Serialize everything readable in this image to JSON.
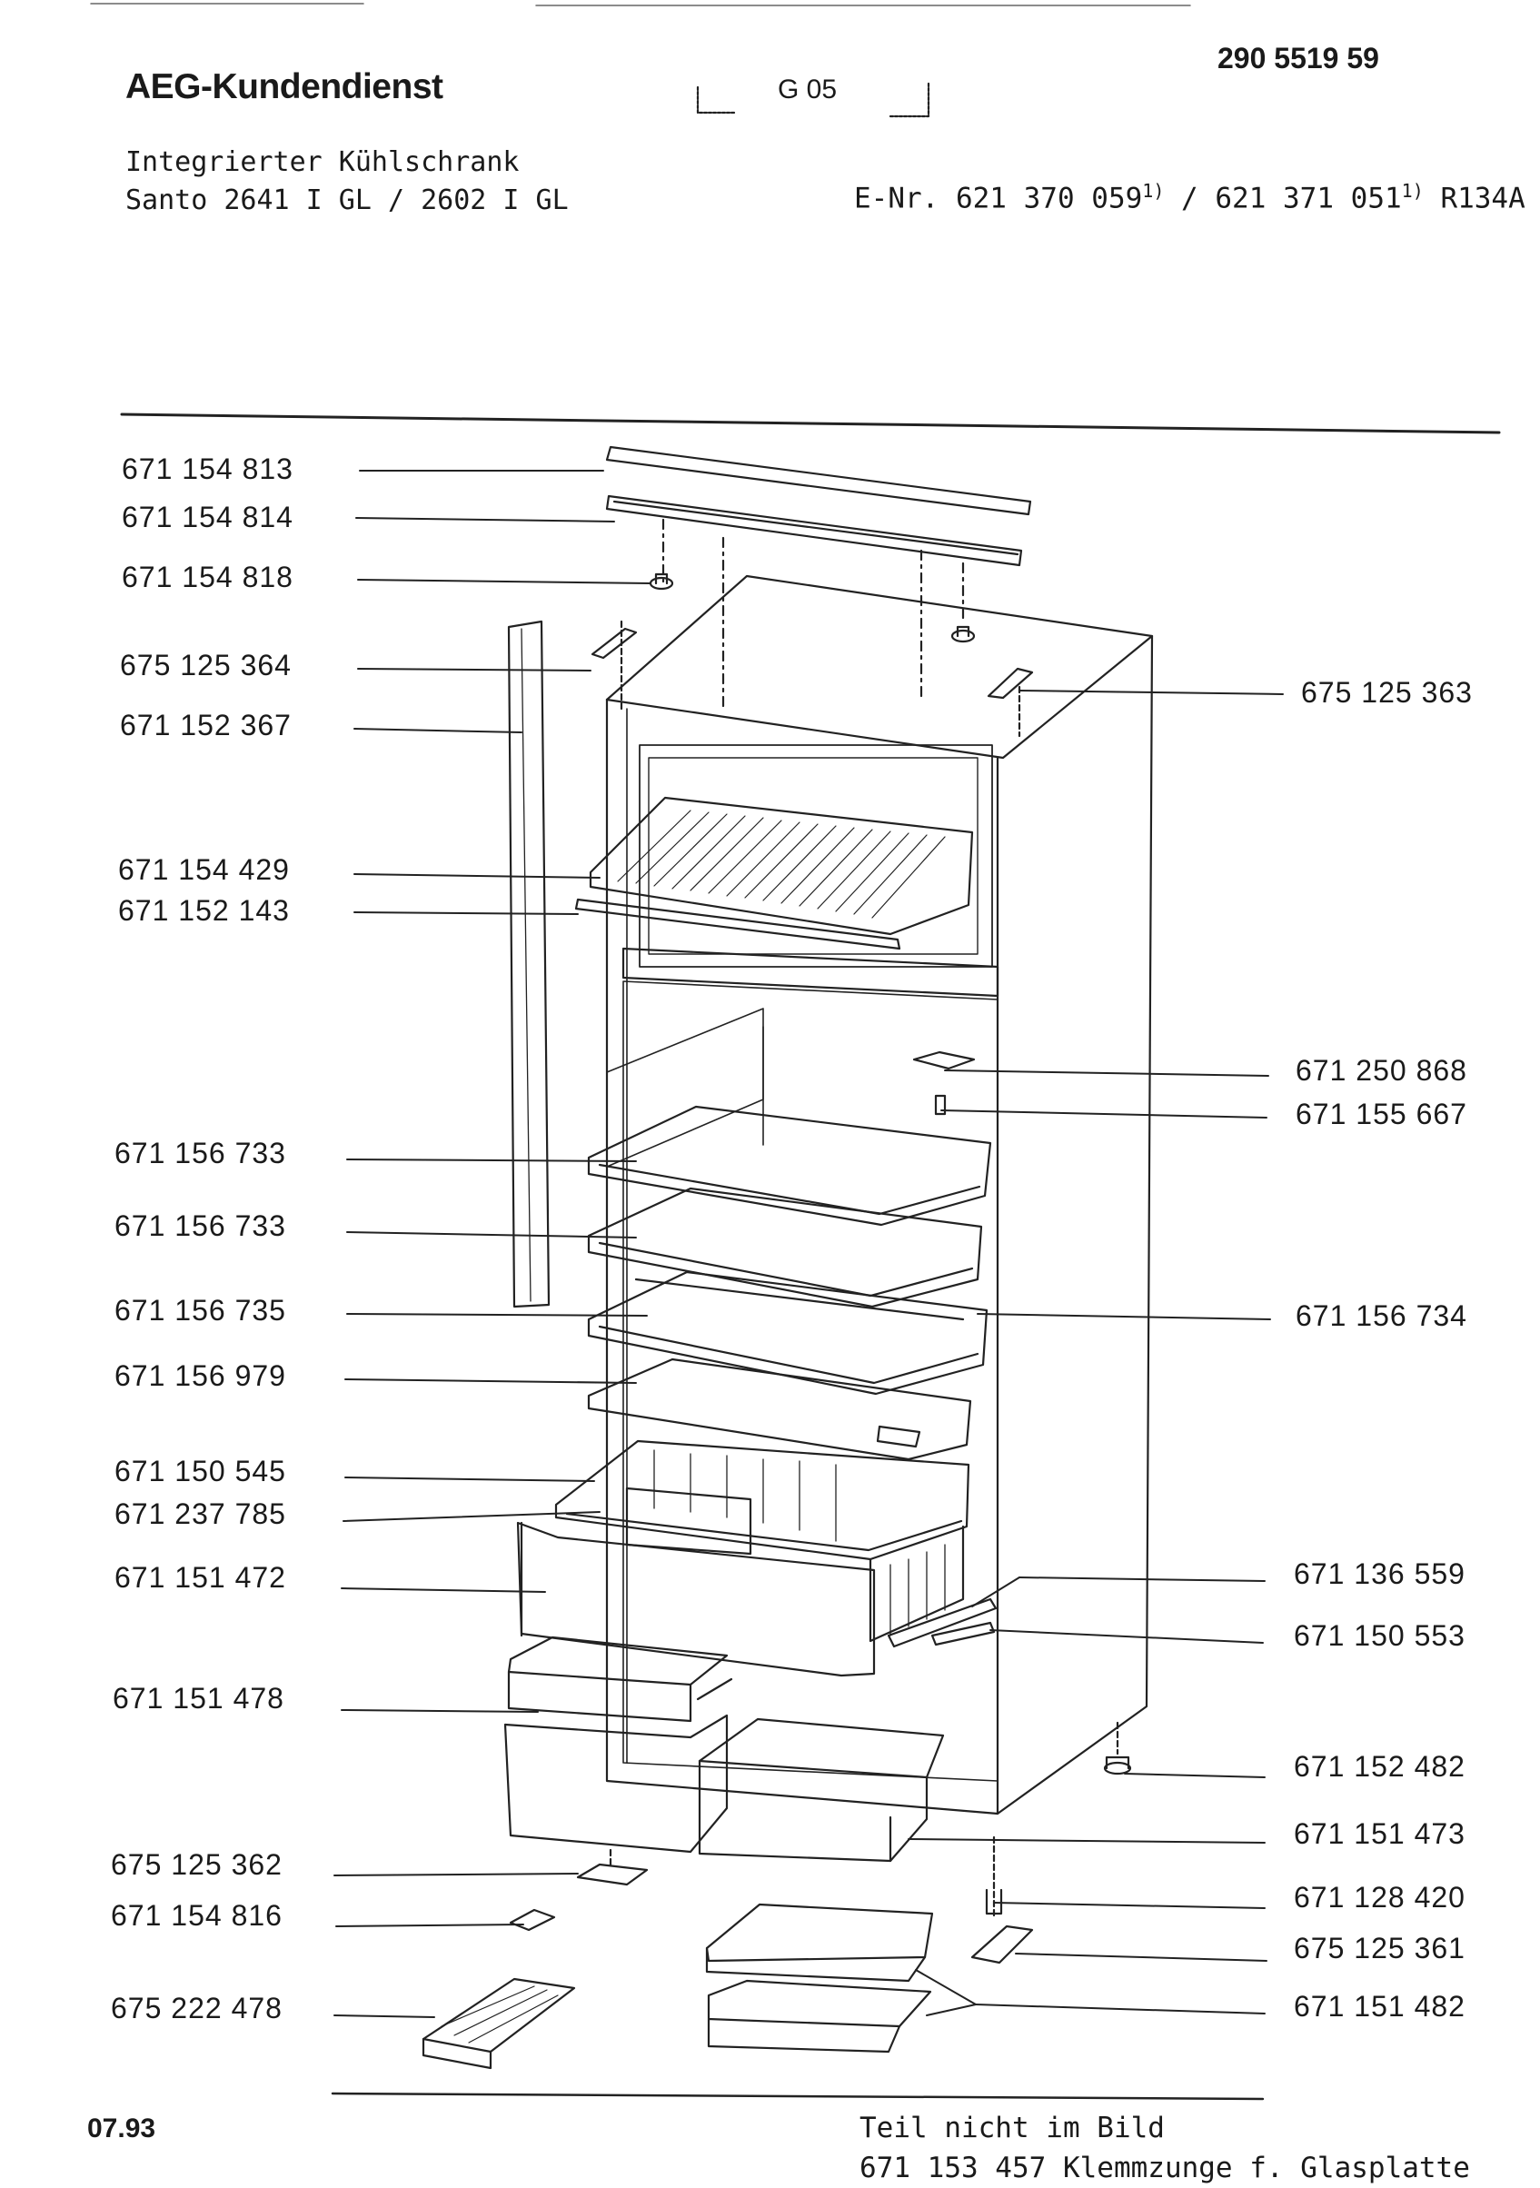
{
  "header": {
    "brand": "AEG-Kundendienst",
    "doc_number": "290 5519 59",
    "group_code": "G 05",
    "product_type": "Integrierter Kühlschrank",
    "models": "Santo 2641 I GL  / 2602 I GL",
    "enr_prefix": "E-Nr. 621 370 059",
    "enr_middle": " / 621 371 051",
    "footnote_mark": "1)",
    "refrigerant": "R134A"
  },
  "parts_left": [
    "671 154 813",
    "671 154 814",
    "671 154 818",
    "675 125 364",
    "671 152 367",
    "671 154 429",
    "671 152 143",
    "671 156 733",
    "671 156 733",
    "671 156 735",
    "671 156 979",
    "671 150 545",
    "671 237 785",
    "671 151 472",
    "671 151 478",
    "675 125 362",
    "671 154 816",
    "675 222 478"
  ],
  "parts_right": [
    "675 125 363",
    "671 250 868",
    "671 155 667",
    "671 156 734",
    "671 136 559",
    "671 150 553",
    "671 152 482",
    "671 151 473",
    "671 128 420",
    "675 125 361",
    "671 151 482"
  ],
  "footer": {
    "date": "07.93",
    "note_title": "Teil nicht im Bild",
    "note_part": "671 153 457 Klemmzunge f. Glasplatte"
  }
}
